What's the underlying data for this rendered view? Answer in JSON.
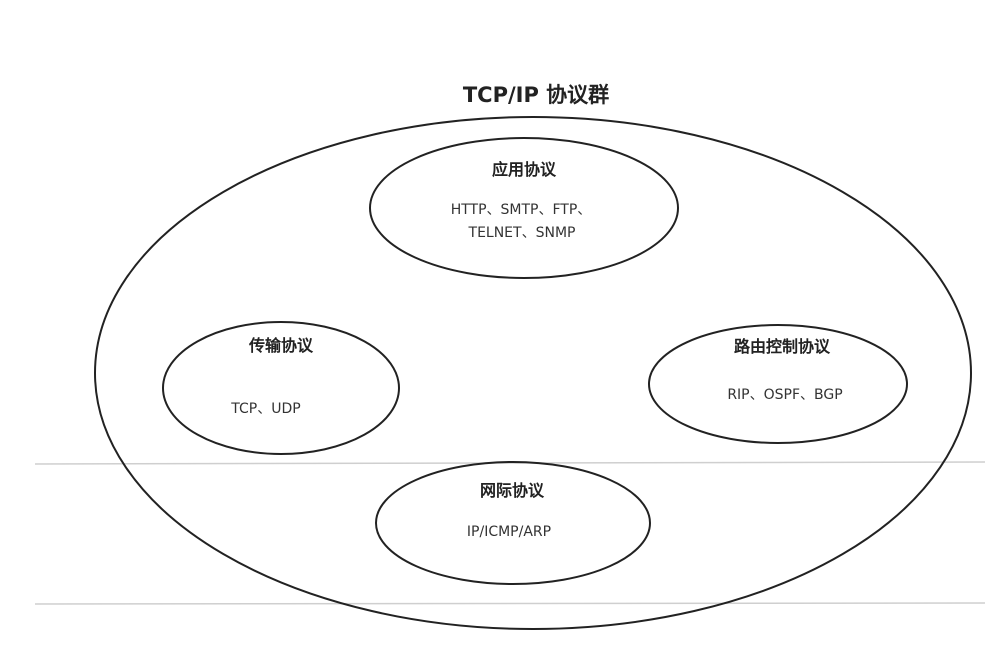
{
  "diagram": {
    "title": "TCP/IP 协议群",
    "nodes": {
      "application": {
        "title": "应用协议",
        "lines": [
          "HTTP、SMTP、FTP、",
          "TELNET、SNMP"
        ]
      },
      "transport": {
        "title": "传输协议",
        "lines": [
          "TCP、UDP"
        ]
      },
      "routing": {
        "title": "路由控制协议",
        "lines": [
          "RIP、OSPF、BGP"
        ]
      },
      "internet": {
        "title": "网际协议",
        "lines": [
          "IP/ICMP/ARP"
        ]
      }
    }
  }
}
